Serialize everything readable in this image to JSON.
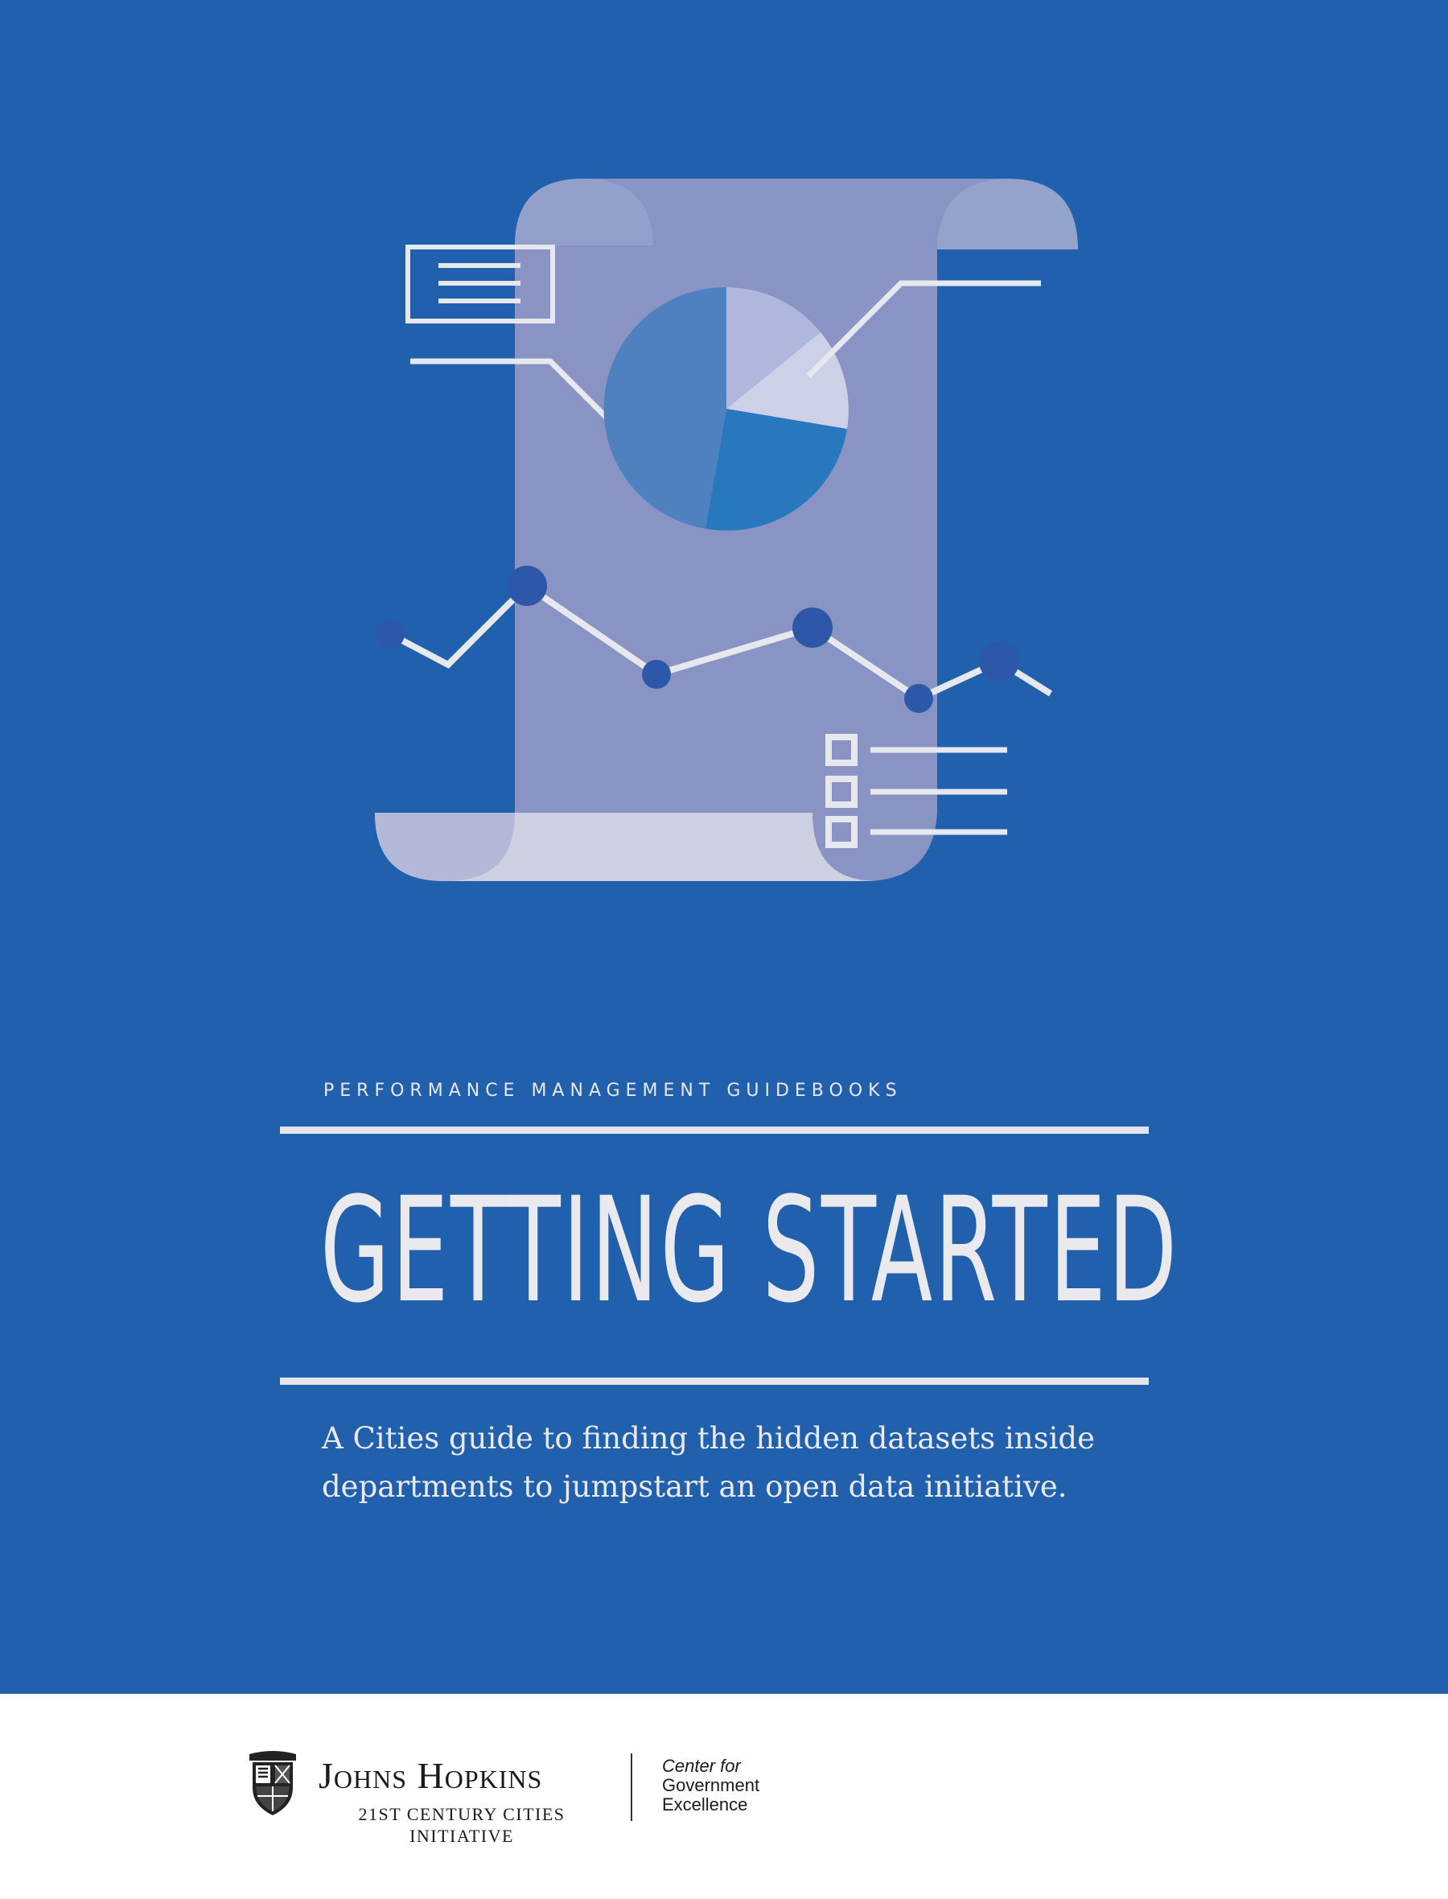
{
  "cover": {
    "kicker": "PERFORMANCE MANAGEMENT GUIDEBOOKS",
    "title": "GETTING STARTED",
    "subtitle": "A Cities guide to finding the hidden datasets inside departments to jumpstart an open data initiative.",
    "colors": {
      "background": "#2060ad",
      "text": "#e9e9ee"
    }
  },
  "illustration": {
    "icons": [
      "document-scroll-icon",
      "pie-chart-icon",
      "line-chart-icon",
      "text-box-icon",
      "checklist-icon"
    ]
  },
  "footer": {
    "jhu_name": "Johns Hopkins",
    "program_line1": "21ST CENTURY CITIES",
    "program_line2": "INITIATIVE",
    "partner_line1": "Center for",
    "partner_line2": "Government",
    "partner_line3": "Excellence",
    "icons": [
      "university-shield-icon"
    ]
  }
}
